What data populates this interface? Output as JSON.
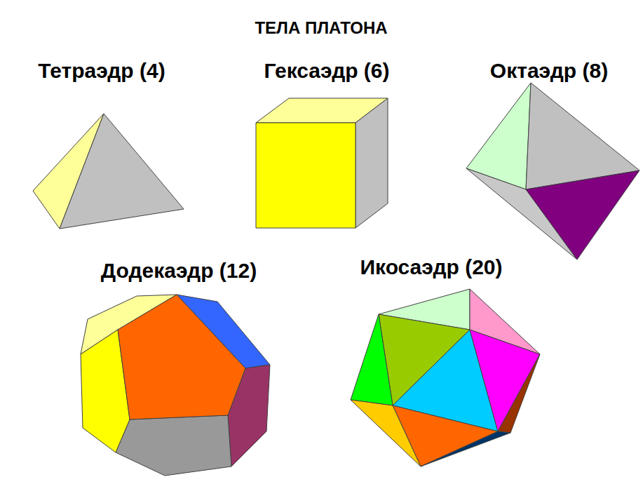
{
  "diagram": {
    "title": "ТЕЛА ПЛАТОНА",
    "labels": [
      "Тетраэдр (4)",
      "Гексаэдр (6)",
      "Октаэдр (8)",
      "Додекаэдр (12)",
      "Икосаэдр (20)"
    ]
  }
}
